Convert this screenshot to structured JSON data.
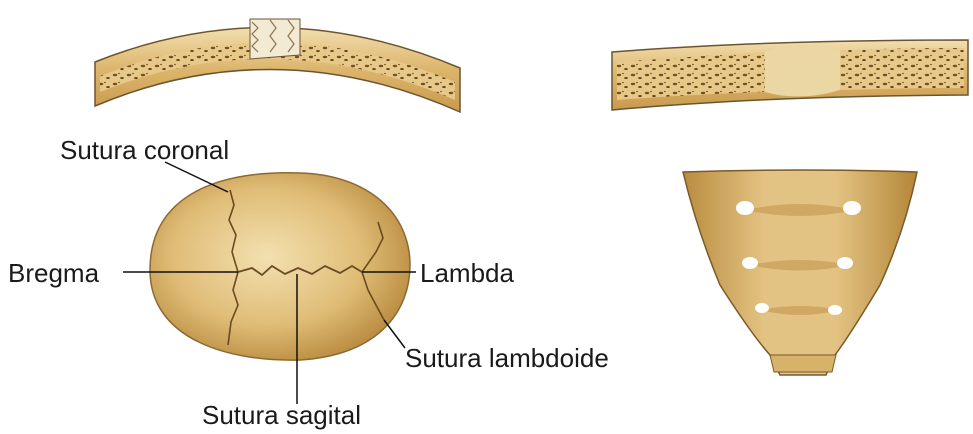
{
  "labels": {
    "sutura_coronal": "Sutura coronal",
    "bregma": "Bregma",
    "lambda": "Lambda",
    "sutura_lambdoide": "Sutura lambdoide",
    "sutura_sagital": "Sutura sagital"
  },
  "colors": {
    "bone_light": "#e8cf95",
    "bone_mid": "#d9b56a",
    "bone_dark": "#b98c3f",
    "outline": "#6b5530",
    "suture": "#6a4a22",
    "leader": "#111111"
  }
}
